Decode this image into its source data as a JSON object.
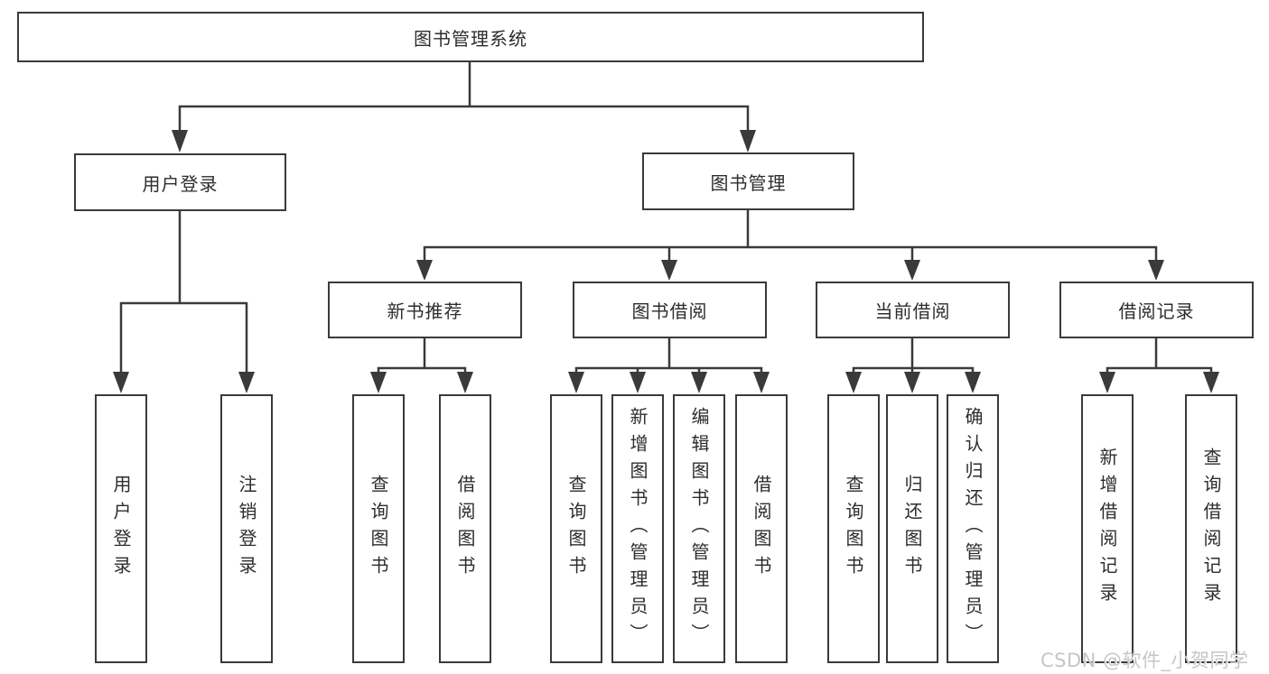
{
  "diagram": {
    "title": "图书管理系统",
    "branches": [
      {
        "label": "用户登录",
        "children": [
          {
            "label": "用户登录"
          },
          {
            "label": "注销登录"
          }
        ]
      },
      {
        "label": "图书管理",
        "children": [
          {
            "label": "新书推荐",
            "children": [
              {
                "label": "查询图书"
              },
              {
                "label": "借阅图书"
              }
            ]
          },
          {
            "label": "图书借阅",
            "children": [
              {
                "label": "查询图书"
              },
              {
                "label": "新增图书（管理员）"
              },
              {
                "label": "编辑图书（管理员）"
              },
              {
                "label": "借阅图书"
              }
            ]
          },
          {
            "label": "当前借阅",
            "children": [
              {
                "label": "查询图书"
              },
              {
                "label": "归还图书"
              },
              {
                "label": "确认归还（管理员）"
              }
            ]
          },
          {
            "label": "借阅记录",
            "children": [
              {
                "label": "新增借阅记录"
              },
              {
                "label": "查询借阅记录"
              }
            ]
          }
        ]
      }
    ]
  },
  "watermark": {
    "text": "CSDN @软件_小贺同学"
  },
  "colors": {
    "line": "#3a3a3c",
    "text": "#2d2d2f",
    "watermark": "#c4c6c9",
    "background": "#ffffff"
  }
}
